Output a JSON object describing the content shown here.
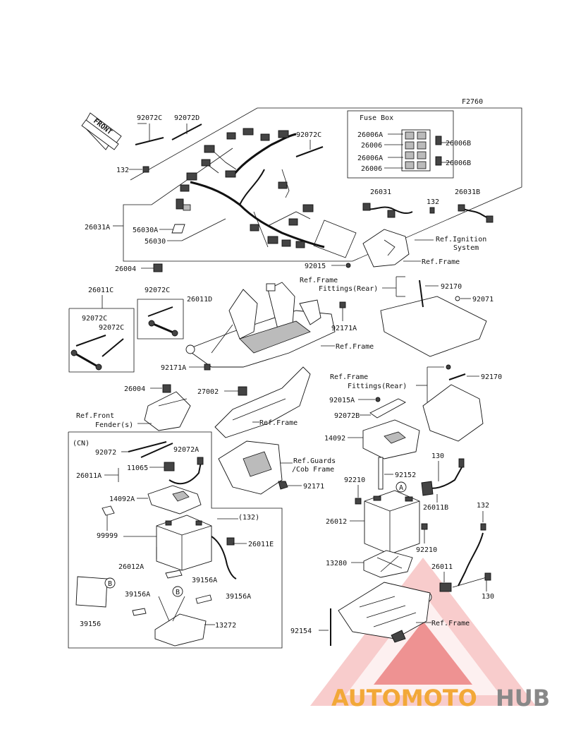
{
  "figure_code": "F2760",
  "front_arrow": "FRONT",
  "fuse_box_title": "Fuse Box",
  "cn_label": "(CN)",
  "callouts": {
    "A": "A",
    "B": "B"
  },
  "labels": {
    "p92072C_top": "92072C",
    "p92072D": "92072D",
    "p92072C_right": "92072C",
    "p132_left": "132",
    "p26031A": "26031A",
    "p56030A": "56030A",
    "p56030": "56030",
    "p26004_top": "26004",
    "p92015": "92015",
    "fb_26006A_1": "26006A",
    "fb_26006_1": "26006",
    "fb_26006A_2": "26006A",
    "fb_26006_2": "26006",
    "fb_26006B_1": "26006B",
    "fb_26006B_2": "26006B",
    "p26031": "26031",
    "p132_mid": "132",
    "p26031B": "26031B",
    "ref_ignition_1": "Ref.Ignition",
    "ref_ignition_2": "System",
    "ref_frame_1": "Ref.Frame",
    "ref_frame_fittings_1a": "Ref.Frame",
    "ref_frame_fittings_1b": "Fittings(Rear)",
    "p92170_top": "92170",
    "p92071": "92071",
    "p26011C": "26011C",
    "p92072C_b1": "92072C",
    "p26011D": "26011D",
    "p92072C_b2": "92072C",
    "p92072C_b3": "92072C",
    "p92171A_top": "92171A",
    "ref_frame_2": "Ref.Frame",
    "p92171A_bot": "92171A",
    "ref_frame_fittings_2a": "Ref.Frame",
    "ref_frame_fittings_2b": "Fittings(Rear)",
    "p92170_bot": "92170",
    "p26004_mid": "26004",
    "p27002": "27002",
    "ref_front_fender_1": "Ref.Front",
    "ref_front_fender_2": "Fender(s)",
    "ref_frame_3": "Ref.Frame",
    "p92015A": "92015A",
    "p92072B": "92072B",
    "p14092": "14092",
    "p92072": "92072",
    "p92072A": "92072A",
    "p26011A": "26011A",
    "p11065": "11065",
    "ref_guards_1": "Ref.Guards",
    "ref_guards_2": "/Cob Frame",
    "p92171": "92171",
    "p130_top": "130",
    "p92152": "92152",
    "p92210_top": "92210",
    "p26011B": "26011B",
    "p14092A": "14092A",
    "p132_paren": "(132)",
    "p132_right": "132",
    "p26012": "26012",
    "p99999": "99999",
    "p26011E": "26011E",
    "p92210_bot": "92210",
    "p26012A": "26012A",
    "p13280": "13280",
    "p26011": "26011",
    "p39156A_1": "39156A",
    "p39156A_2": "39156A",
    "p39156A_3": "39156A",
    "p130_bot": "130",
    "p39156": "39156",
    "p13272": "13272",
    "ref_frame_4": "Ref.Frame",
    "p92154": "92154"
  },
  "watermark": {
    "auto": "AUTOMOTO",
    "hub": "HUB"
  }
}
